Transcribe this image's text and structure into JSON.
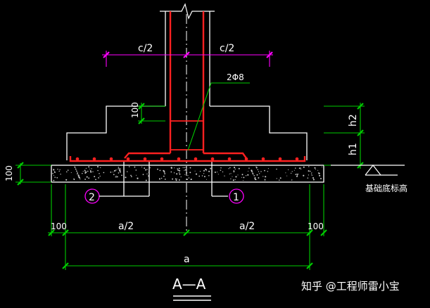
{
  "diagram": {
    "colors": {
      "background": "#000000",
      "outline": "#ffffff",
      "rebar": "#ff2020",
      "dimension": "#00cc00",
      "tick": "#ff00ff",
      "hatch": "#cccccc"
    },
    "labels": {
      "c_left": "c/2",
      "c_right": "c/2",
      "rebar_spec": "2Φ8",
      "dim_100_step": "100",
      "dim_h2": "h2",
      "dim_h1": "h1",
      "dim_100_pad": "100",
      "marker_2": "2",
      "marker_1": "1",
      "base_elevation": "基础底标高",
      "dim_100_left": "100",
      "dim_a2_left": "a/2",
      "dim_a2_right": "a/2",
      "dim_100_right": "100",
      "dim_a": "a",
      "section_title": "A—A"
    },
    "watermark": "知乎 @工程师雷小宝"
  }
}
